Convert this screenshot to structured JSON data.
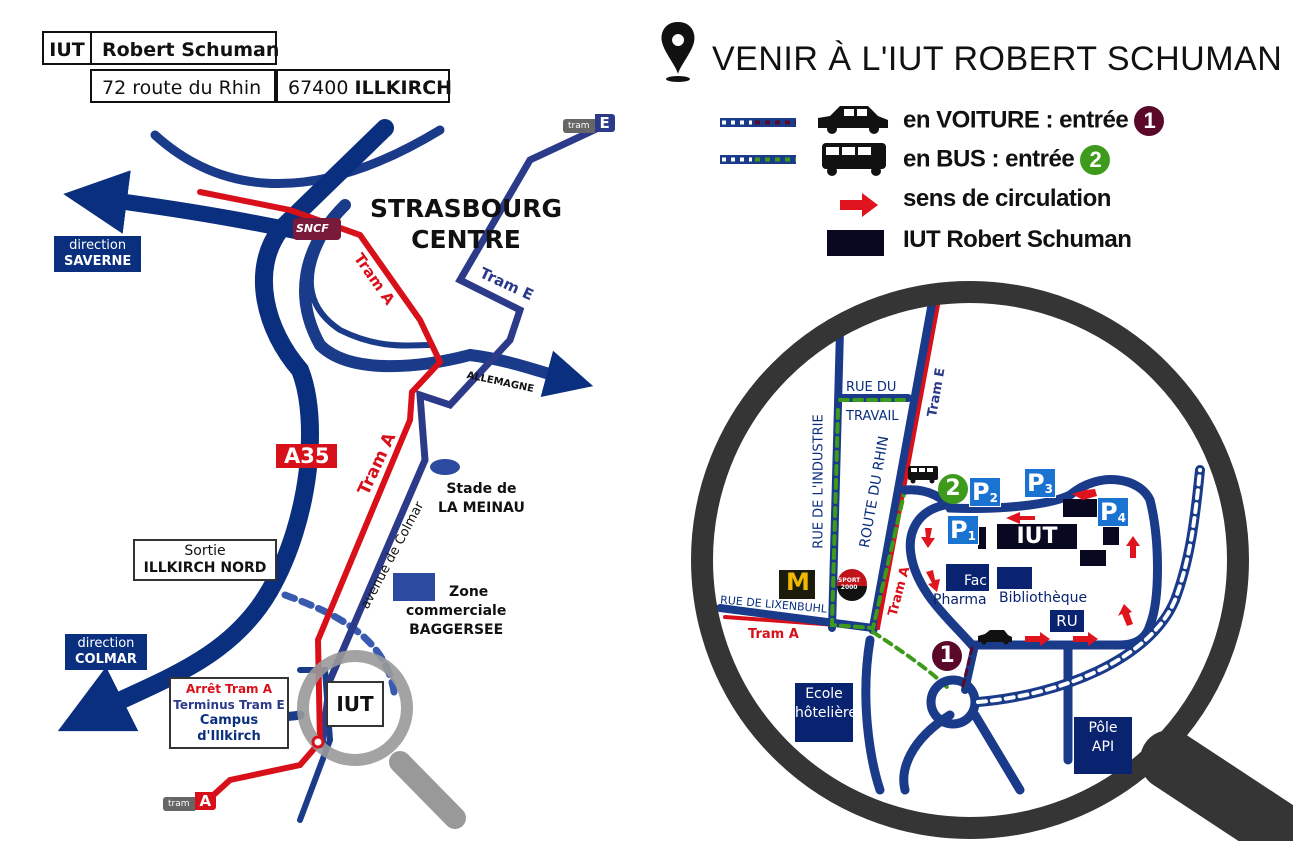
{
  "address": {
    "institute": "IUT",
    "name": "Robert Schuman",
    "street": "72 route du Rhin",
    "postcode": "67400",
    "city": "ILLKIRCH"
  },
  "legend": {
    "title": "VENIR À L'IUT ROBERT SCHUMAN",
    "car": "en VOITURE : entrée",
    "car_entry": "1",
    "bus": "en BUS : entrée",
    "bus_entry": "2",
    "direction": "sens de circulation",
    "iut": "IUT Robert Schuman",
    "colors": {
      "car": "#5a0a28",
      "bus": "#3e9a1a",
      "arrow": "#e0141e",
      "iut": "#080820",
      "road": "#1a3a8a"
    }
  },
  "overview_map": {
    "city_center": [
      "STRASBOURG",
      "CENTRE"
    ],
    "sncf": "SNCF",
    "tram_a": "Tram A",
    "tram_e": "Tram E",
    "tram_word": "tram",
    "tram_e_letter": "E",
    "tram_a_letter": "A",
    "allemagne": "ALLEMAGNE",
    "highway": "A35",
    "direction_saverne": [
      "direction",
      "SAVERNE"
    ],
    "direction_colmar": [
      "direction",
      "COLMAR"
    ],
    "stade": [
      "Stade de",
      "LA MEINAU"
    ],
    "avenue": "avenue de Colmar",
    "zone": [
      "Zone",
      "commerciale",
      "BAGGERSEE"
    ],
    "sortie": [
      "Sortie",
      "ILLKIRCH NORD"
    ],
    "stop": [
      "Arrêt Tram A",
      "Terminus Tram E",
      "Campus",
      "d'Illkirch"
    ],
    "iut": "IUT"
  },
  "detail_map": {
    "rue_du_travail": [
      "RUE DU",
      "TRAVAIL"
    ],
    "rue_industrie": "RUE DE  L'INDUSTRIE",
    "route_du_rhin": "ROUTE DU RHIN",
    "rue_lixenbuhl": "RUE DE LIXENBUHL",
    "tram_a": "Tram A",
    "tram_e": "Tram E",
    "mcdonalds": "M",
    "sport": [
      "SPORT",
      "2000"
    ],
    "entry_bus": "2",
    "entry_car": "1",
    "parkings": [
      {
        "p": "P",
        "n": "1"
      },
      {
        "p": "P",
        "n": "2"
      },
      {
        "p": "P",
        "n": "3"
      },
      {
        "p": "P",
        "n": "4"
      }
    ],
    "iut": "IUT",
    "fac": "Fac",
    "pharma": "Pharma",
    "bibliotheque": "Bibliothèque",
    "ru": "RU",
    "ecole": [
      "Ecole",
      "hôtelière"
    ],
    "pole": [
      "Pôle",
      "API"
    ]
  }
}
